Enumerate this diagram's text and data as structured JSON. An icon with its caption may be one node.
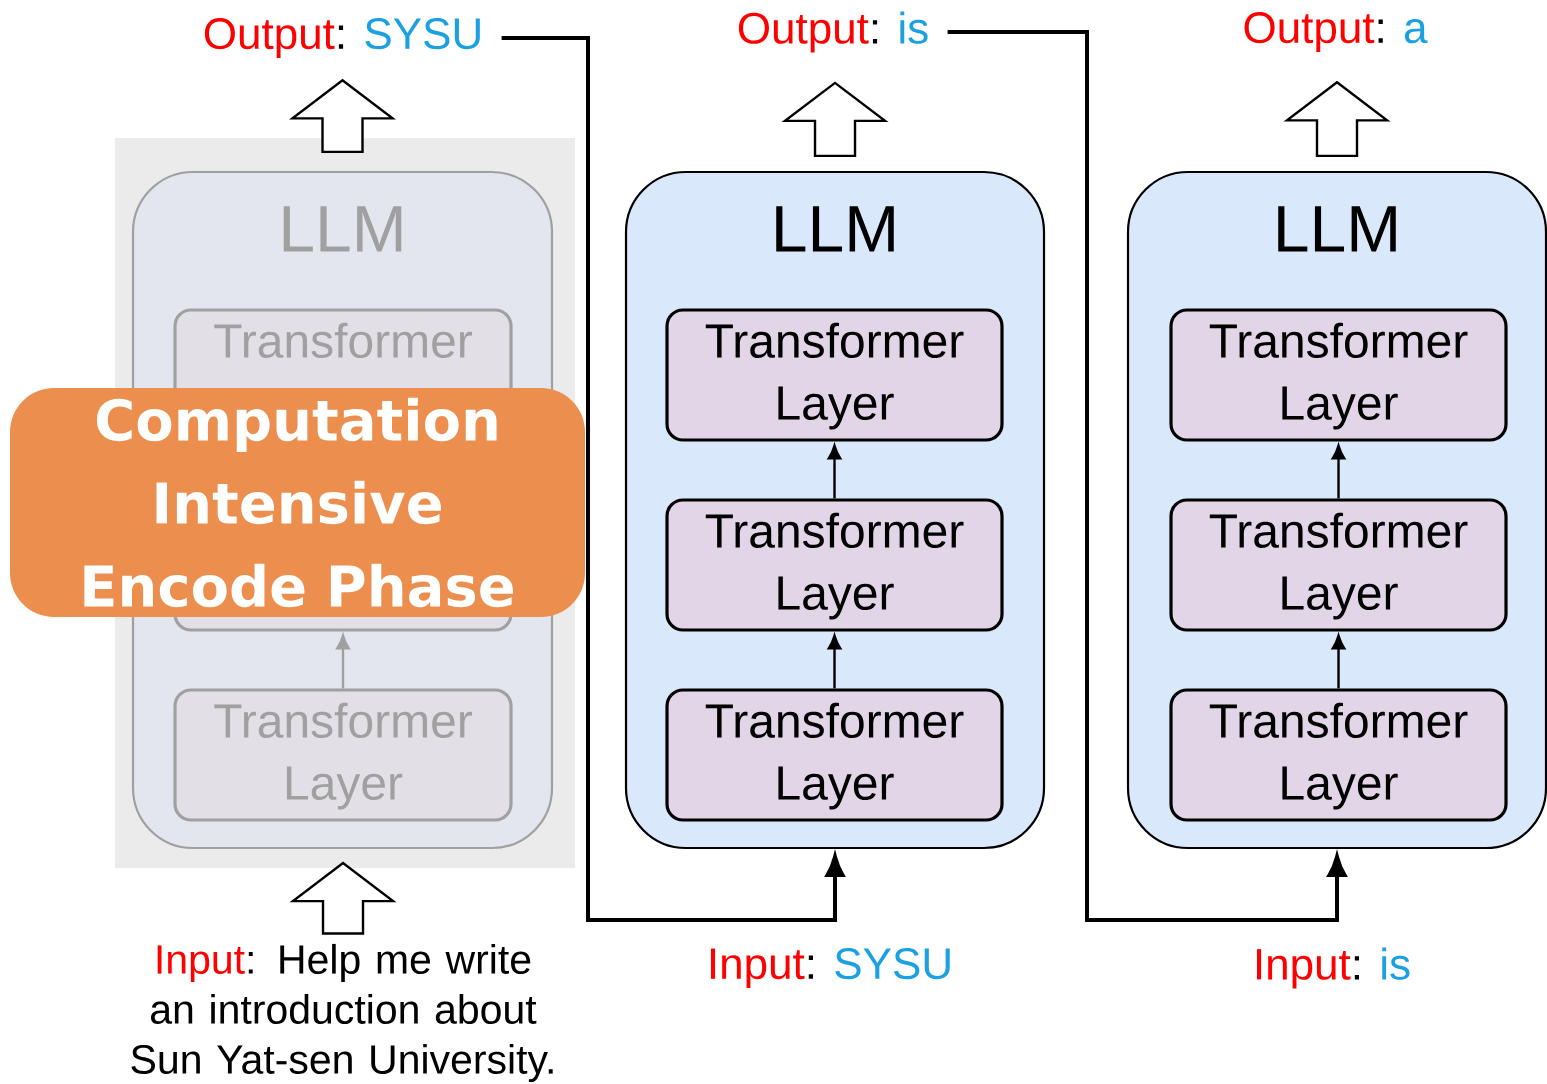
{
  "diagram": {
    "nodes": [
      {
        "text": [
          "Output",
          ":",
          "SYSU"
        ]
      },
      {
        "text": [],
        "shape": "box"
      },
      {
        "text": [
          "LLM"
        ],
        "in": 1
      },
      {
        "text": [
          "Transformer"
        ],
        "in": 2
      },
      {
        "text": [],
        "shape": "box",
        "in": 2
      },
      {
        "text": [
          "Transformer Layer"
        ],
        "in": 2
      },
      {
        "text": [
          "Computation Intensive Encode Phase"
        ]
      },
      {
        "text": [
          "Input",
          ":",
          "Help me write an introduction about Sun Yat-sen University."
        ]
      },
      {
        "text": [
          "Output",
          ":",
          "is"
        ]
      },
      {
        "text": [
          "LLM"
        ]
      },
      {
        "text": [
          "Transformer Layer"
        ],
        "in": 9
      },
      {
        "text": [
          "Transformer Layer"
        ],
        "in": 9
      },
      {
        "text": [
          "Transformer Layer"
        ],
        "in": 9
      },
      {
        "text": [
          "Input",
          ":",
          "SYSU"
        ]
      },
      {
        "text": [
          "Output",
          ":",
          "a"
        ]
      },
      {
        "text": [
          "LLM"
        ]
      },
      {
        "text": [
          "Transformer Layer"
        ],
        "in": 15
      },
      {
        "text": [
          "Transformer Layer"
        ],
        "in": 15
      },
      {
        "text": [
          "Transformer Layer"
        ],
        "in": 15
      },
      {
        "text": [
          "Input",
          ":",
          "is"
        ]
      }
    ],
    "edges": [
      {
        "from": 2,
        "to": 0,
        "arrow": "to"
      },
      {
        "from": 7,
        "to": 2,
        "arrow": "to"
      },
      {
        "from": 5,
        "to": 4,
        "arrow": "to",
        "color": "#a0a0a0"
      },
      {
        "from": 0,
        "to": 9,
        "arrow": "to"
      },
      {
        "from": 9,
        "to": 8,
        "arrow": "to"
      },
      {
        "from": 12,
        "to": 11,
        "arrow": "to"
      },
      {
        "from": 11,
        "to": 10,
        "arrow": "to"
      },
      {
        "from": 8,
        "to": 15,
        "arrow": "to"
      },
      {
        "from": 15,
        "to": 14,
        "arrow": "to"
      },
      {
        "from": 18,
        "to": 17,
        "arrow": "to"
      },
      {
        "from": 17,
        "to": 16,
        "arrow": "to"
      }
    ]
  }
}
